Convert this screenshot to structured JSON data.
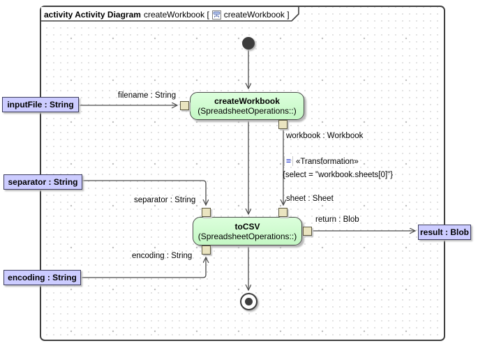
{
  "frame": {
    "title_bold": "activity Activity Diagram",
    "title_name": "createWorkbook [",
    "title_ref": "createWorkbook ]"
  },
  "actions": {
    "createWorkbook": {
      "name": "createWorkbook",
      "scope": "(SpreadsheetOperations::)"
    },
    "toCSV": {
      "name": "toCSV",
      "scope": "(SpreadsheetOperations::)"
    }
  },
  "activity_parameters": {
    "inputFile": "inputFile : String",
    "separator": "separator : String",
    "encoding": "encoding : String",
    "result": "result : Blob"
  },
  "edge_labels": {
    "filename": "filename : String",
    "workbook": "workbook : Workbook",
    "transformation_icon": "=",
    "transformation": "«Transformation»",
    "select_constraint": "{select = \"workbook.sheets[0]\"}",
    "sheet": "sheet : Sheet",
    "separator": "separator : String",
    "encoding": "encoding : String",
    "return": "return : Blob"
  },
  "colors": {
    "action_fill": "#ccffcc",
    "action_border": "#4a4a4a",
    "pin_fill": "#eae4c0",
    "parameter_fill": "#ccccff",
    "edge": "#4a4a4a",
    "transformation_icon_blue": "#2b3fd0"
  }
}
